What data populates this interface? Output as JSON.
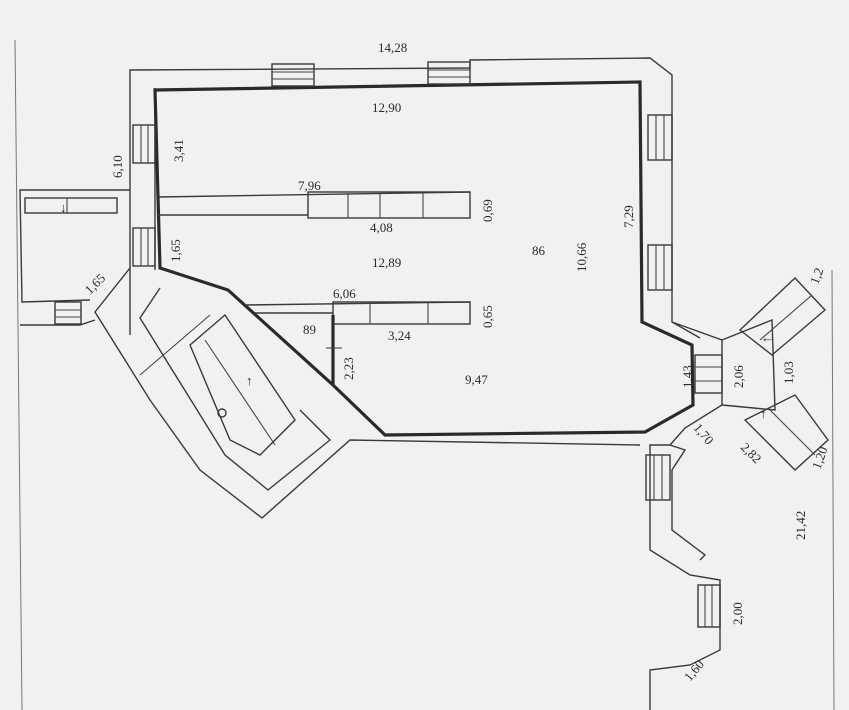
{
  "plan": {
    "rooms": {
      "main_area": "86",
      "small_room_area": "89"
    },
    "dims": {
      "top_outer": "14,28",
      "top_inner": "12,90",
      "left_upper": "3,41",
      "left_outer": "6,10",
      "partition_upper_len": "7,96",
      "partition_upper_w": "0,69",
      "partition_upper_seg": "4,08",
      "right_upper": "7,29",
      "room_height": "10,66",
      "left_lower": "1,65",
      "corridor_left": "1,65",
      "middle_width": "12,89",
      "partition_lower_len": "6,06",
      "partition_lower_w": "0,65",
      "partition_lower_seg": "3,24",
      "small_room_side": "2,23",
      "bottom_width": "9,47",
      "right_door": "1,43",
      "vestibule": "2,06",
      "porch": "1,03",
      "vestibule_diag": "1,70",
      "stair_diag": "2,82",
      "stair_top": "1,2",
      "stair_bottom": "1,20",
      "right_total": "21,42",
      "corridor_lower": "2,00",
      "corridor_bottom": "1,60"
    }
  }
}
